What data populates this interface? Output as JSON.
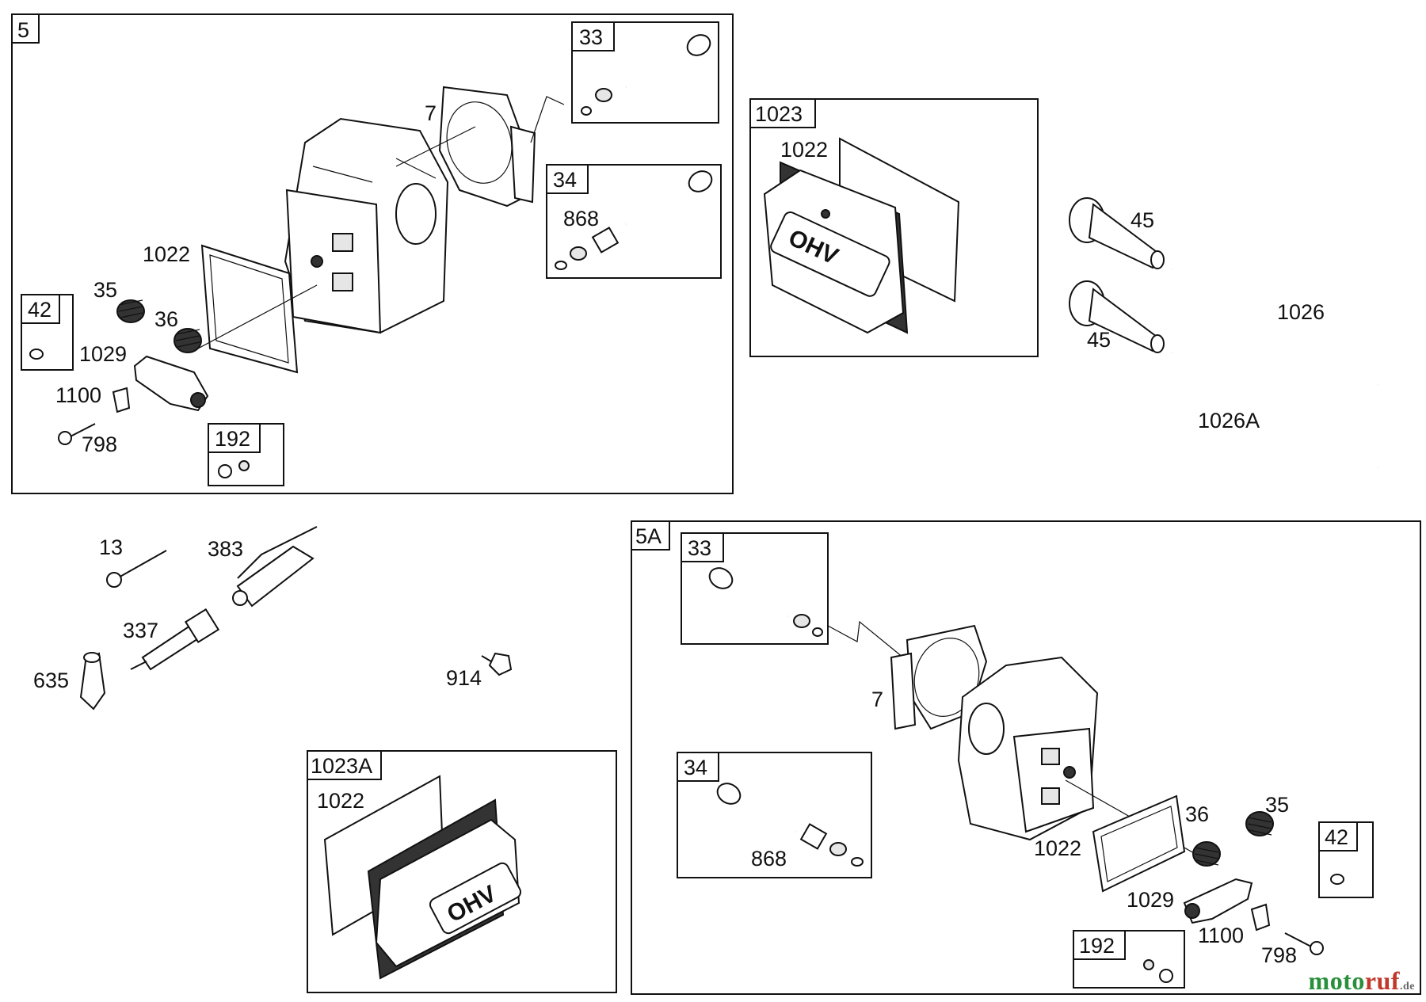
{
  "groups": {
    "g5": "5",
    "g5a": "5A",
    "g1023": "1023",
    "g1023a": "1023A"
  },
  "callouts": {
    "c33a": "33",
    "c34a": "34",
    "c42a": "42",
    "c192a": "192",
    "c33b": "33",
    "c34b": "34",
    "c42b": "42",
    "c192b": "192"
  },
  "labels": {
    "l7a": "7",
    "l1022a": "1022",
    "l35a": "35",
    "l36a": "36",
    "l1029a": "1029",
    "l1100a": "1100",
    "l798a": "798",
    "l868a": "868",
    "l1022b": "1022",
    "l45a": "45",
    "l45b": "45",
    "l1026": "1026",
    "l1026A": "1026A",
    "l13": "13",
    "l383": "383",
    "l337": "337",
    "l635": "635",
    "l914": "914",
    "l1022c": "1022",
    "l7b": "7",
    "l868b": "868",
    "l1022d": "1022",
    "l36b": "36",
    "l35b": "35",
    "l1029b": "1029",
    "l1100b": "1100",
    "l798b": "798"
  },
  "cover_text": "OHV",
  "watermark": {
    "part1": "moto",
    "part2": "ruf",
    "part3": ".de"
  },
  "colors": {
    "ink": "#111111",
    "watermark_green": "#2a8f3b",
    "watermark_red": "#c0392b"
  }
}
